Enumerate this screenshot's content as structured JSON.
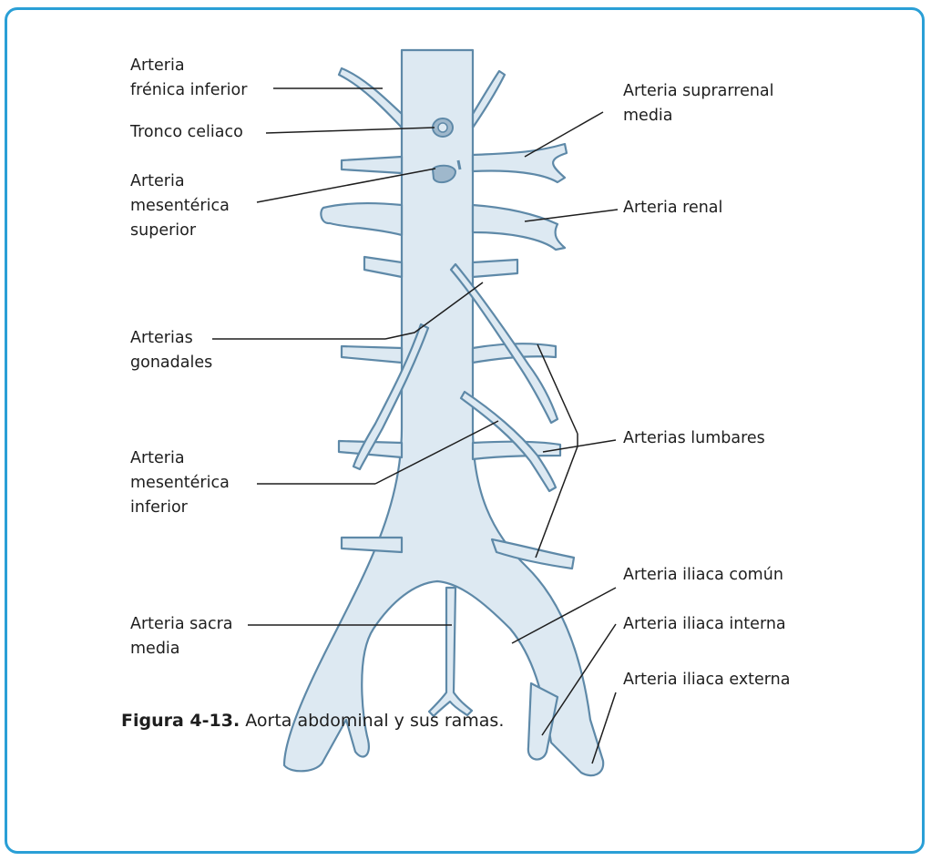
{
  "labels": {
    "frenica": "Arteria\nfrénica inferior",
    "tronco": "Tronco celiaco",
    "mesenterica_sup": "Arteria\nmesentérica\nsuperior",
    "gonadales": "Arterias\ngonadales",
    "mesenterica_inf": "Arteria\nmesentérica\ninferior",
    "sacra": "Arteria sacra\nmedia",
    "suprarrenal": "Arteria suprarrenal\nmedia",
    "renal": "Arteria renal",
    "lumbares": "Arterias lumbares",
    "iliaca_comun": "Arteria iliaca común",
    "iliaca_interna": "Arteria iliaca interna",
    "iliaca_externa": "Arteria iliaca externa"
  },
  "caption": {
    "figure": "Figura 4-13.",
    "text": " Aorta abdominal y sus ramas."
  },
  "colors": {
    "frame": "#2a9fd6",
    "vessel_fill": "#dde9f2",
    "vessel_outline": "#5e89a8"
  }
}
